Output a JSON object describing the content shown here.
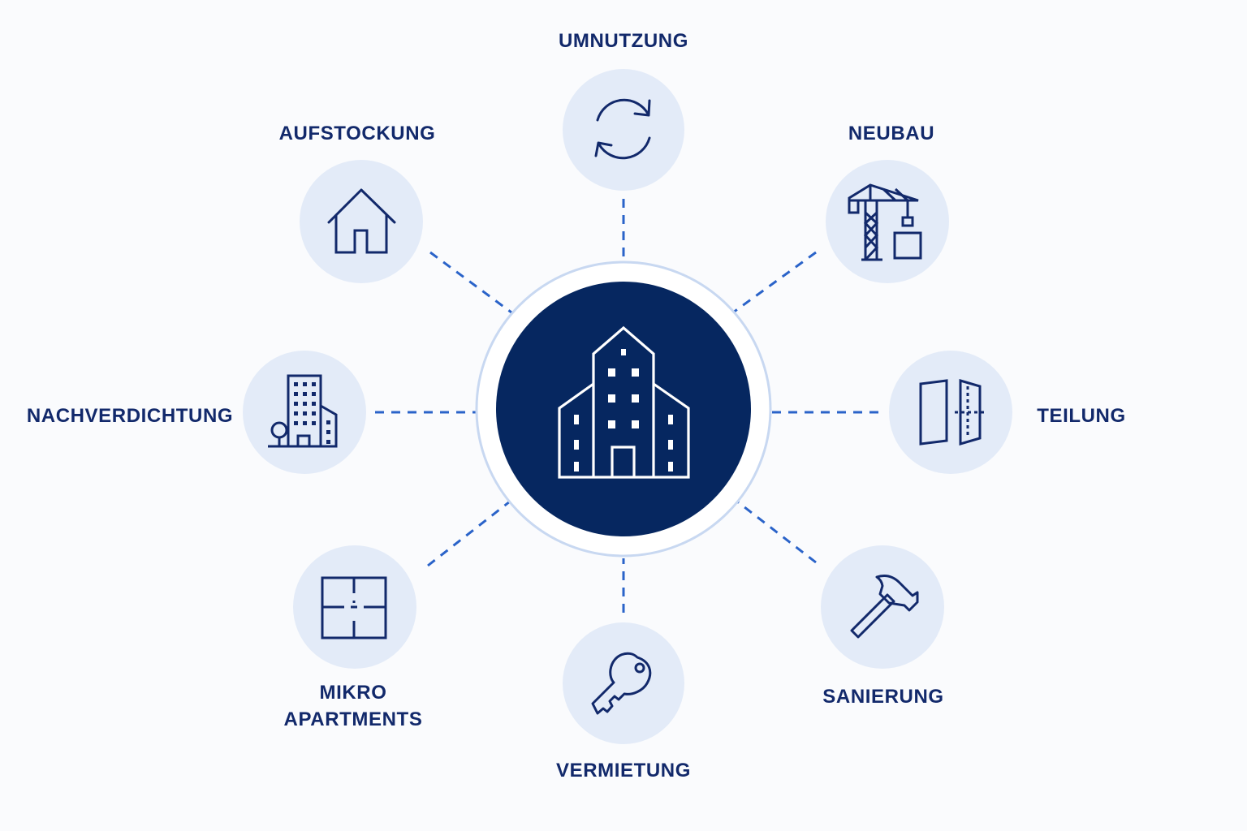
{
  "hub": {
    "icon": "building-icon",
    "fill_color": "#062760",
    "ring_color": "#c8d8f1"
  },
  "connector_color": "#2a63c9",
  "node_color": "#e3ebf8",
  "text_color": "#12296b",
  "nodes": [
    {
      "id": "umnutzung",
      "label": "UMNUTZUNG",
      "icon": "refresh-icon"
    },
    {
      "id": "neubau",
      "label": "NEUBAU",
      "icon": "crane-icon"
    },
    {
      "id": "teilung",
      "label": "TEILUNG",
      "icon": "split-door-icon"
    },
    {
      "id": "sanierung",
      "label": "SANIERUNG",
      "icon": "hammer-icon"
    },
    {
      "id": "vermietung",
      "label": "VERMIETUNG",
      "icon": "key-icon"
    },
    {
      "id": "mikro",
      "label_lines": [
        "MIKRO",
        "APARTMENTS"
      ],
      "icon": "floorplan-icon"
    },
    {
      "id": "nachverdichtung",
      "label": "NACHVERDICHTUNG",
      "icon": "city-buildings-icon"
    },
    {
      "id": "aufstockung",
      "label": "AUFSTOCKUNG",
      "icon": "house-icon"
    }
  ]
}
